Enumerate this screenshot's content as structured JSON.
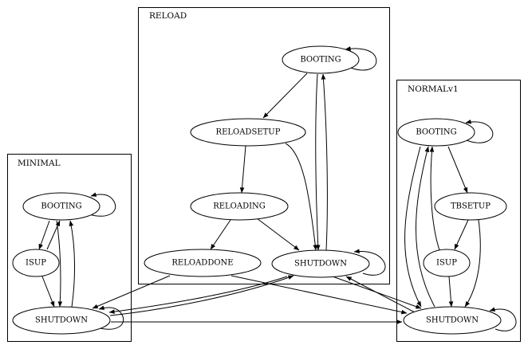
{
  "clusters": {
    "reload": {
      "label": "RELOAD"
    },
    "minimal": {
      "label": "MINIMAL"
    },
    "normalv1": {
      "label": "NORMALv1"
    }
  },
  "nodes": {
    "reload_booting": "BOOTING",
    "reloadsetup": "RELOADSETUP",
    "reloading": "RELOADING",
    "reloaddone": "RELOADDONE",
    "reload_shutdown": "SHUTDOWN",
    "minimal_booting": "BOOTING",
    "minimal_isup": "ISUP",
    "minimal_shutdown": "SHUTDOWN",
    "normal_booting": "BOOTING",
    "tbsetup": "TBSETUP",
    "normal_isup": "ISUP",
    "normal_shutdown": "SHUTDOWN"
  },
  "colors": {
    "stroke": "#000000",
    "fill": "#ffffff"
  }
}
